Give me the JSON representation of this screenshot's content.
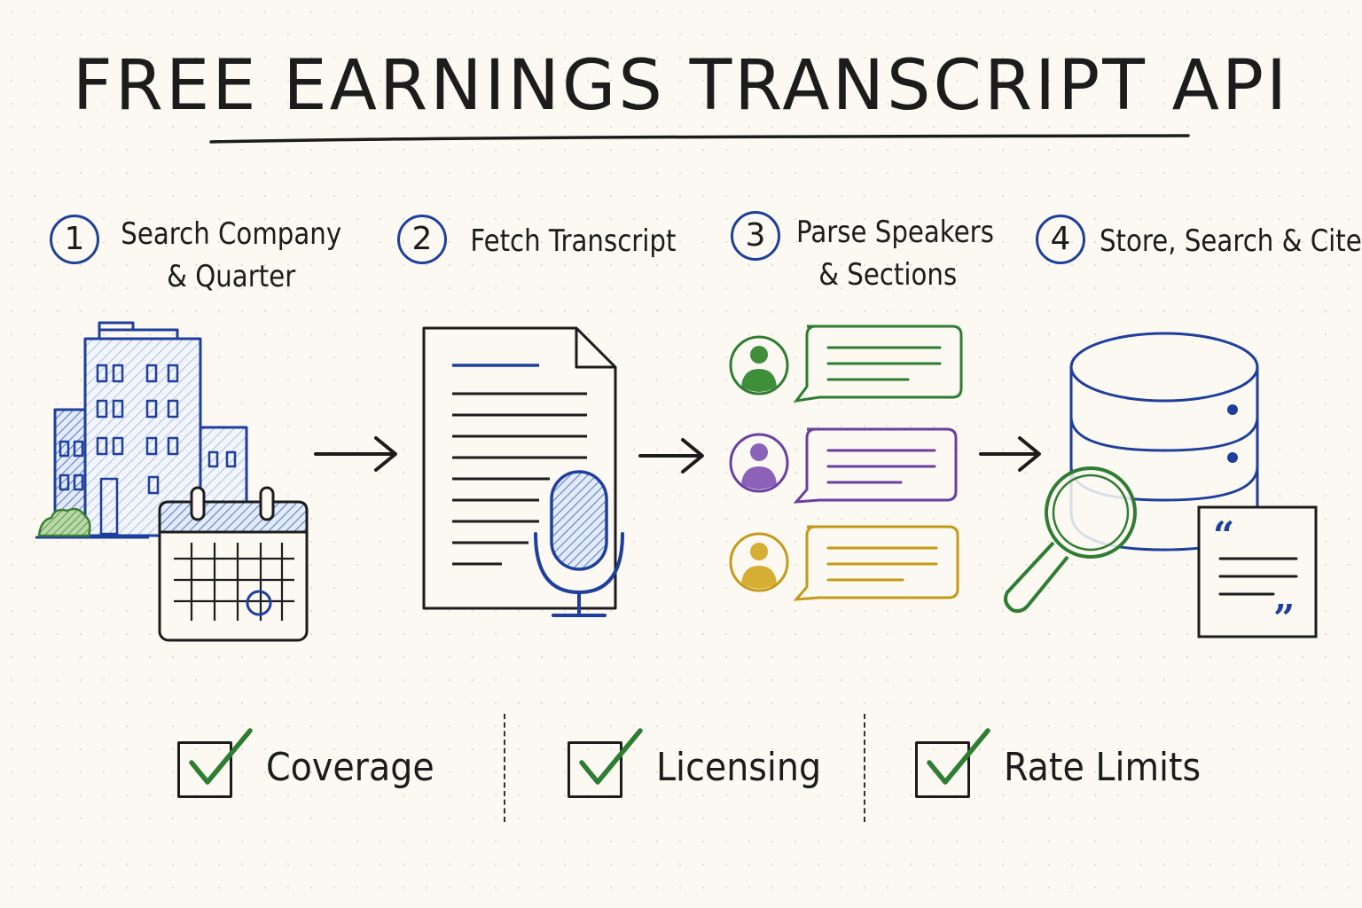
{
  "title": "FREE EARNINGS TRANSCRIPT API",
  "steps": [
    {
      "number": "1",
      "label_line1": "Search Company",
      "label_line2": "& Quarter"
    },
    {
      "number": "2",
      "label_line1": "Fetch Transcript",
      "label_line2": ""
    },
    {
      "number": "3",
      "label_line1": "Parse Speakers",
      "label_line2": "& Sections"
    },
    {
      "number": "4",
      "label_line1": "Store, Search & Cite",
      "label_line2": ""
    }
  ],
  "checklist": [
    {
      "label": "Coverage"
    },
    {
      "label": "Licensing"
    },
    {
      "label": "Rate Limits"
    }
  ],
  "icons": [
    "building-icon",
    "calendar-icon",
    "document-icon",
    "microphone-icon",
    "speaker-avatar-icon",
    "speech-bubble-icon",
    "database-icon",
    "magnifier-icon",
    "quote-card-icon",
    "checkbox-icon",
    "arrow-right-icon"
  ],
  "colors": {
    "ink": "#1c1c1c",
    "blue": "#1f3f9c",
    "blue_fill": "#7f9fdc",
    "green": "#2e7d32",
    "purple": "#6b3fa0",
    "gold": "#c49a1a",
    "paper": "#fbf9f2"
  }
}
